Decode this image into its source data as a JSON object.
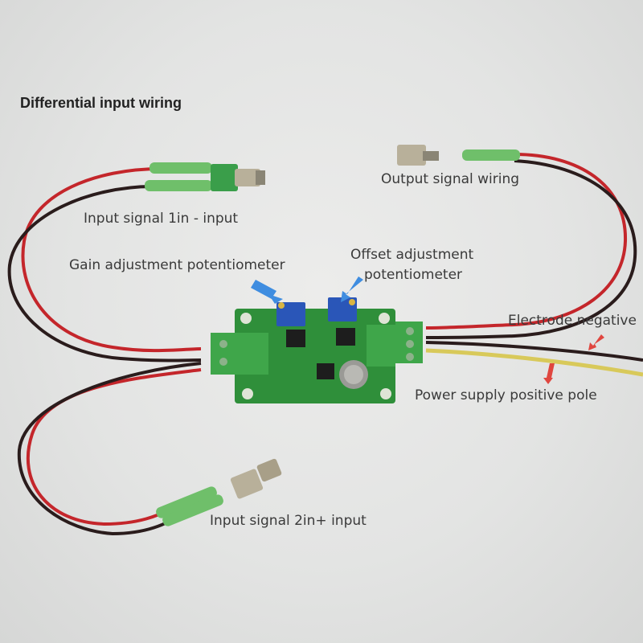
{
  "title": "Differential input wiring",
  "labels": {
    "output_signal_wiring": "Output signal wiring",
    "input_signal_1": "Input signal 1in - input",
    "gain_adjustment": "Gain adjustment potentiometer",
    "offset_line1": "Offset adjustment",
    "offset_line2": "potentiometer",
    "electrode_negative": "Electrode negative",
    "power_supply_positive": "Power supply positive pole",
    "input_signal_2": "Input signal 2in+ input"
  },
  "colors": {
    "background": "#e4e5e4",
    "pcb": "#2f8f3a",
    "terminal": "#3fa64a",
    "potentiometer": "#2a56b8",
    "wire_red": "#c4262b",
    "wire_black": "#2a1c1c",
    "wire_yellow": "#d8c95a",
    "heatshrink": "#6fbf6a",
    "arrow_blue": "#3f8de0",
    "arrow_red": "#e0463f"
  }
}
